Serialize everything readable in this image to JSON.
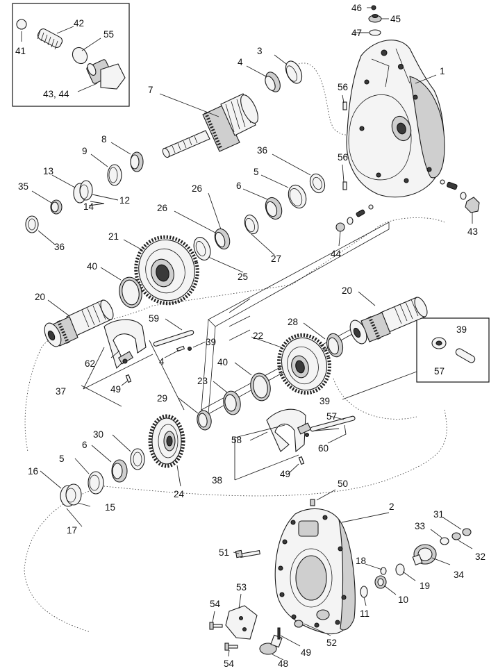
{
  "callouts": {
    "c1": "1",
    "c2": "2",
    "c3": "3",
    "c4a": "4",
    "c4b": "4",
    "c5a": "5",
    "c5b": "5",
    "c6a": "6",
    "c6b": "6",
    "c7": "7",
    "c8": "8",
    "c9": "9",
    "c10": "10",
    "c11": "11",
    "c12": "12",
    "c13": "13",
    "c14": "14",
    "c15": "15",
    "c16": "16",
    "c17": "17",
    "c18": "18",
    "c19": "19",
    "c20a": "20",
    "c20b": "20",
    "c21": "21",
    "c22": "22",
    "c23": "23",
    "c24": "24",
    "c25": "25",
    "c26a": "26",
    "c26b": "26",
    "c27": "27",
    "c28": "28",
    "c29": "29",
    "c30": "30",
    "c31": "31",
    "c32": "32",
    "c33": "33",
    "c34": "34",
    "c35": "35",
    "c36a": "36",
    "c36b": "36",
    "c37": "37",
    "c38": "38",
    "c39a": "39",
    "c39b": "39",
    "c39c": "39",
    "c40a": "40",
    "c40b": "40",
    "c41": "41",
    "c42": "42",
    "c4344": "43, 44",
    "c43": "43",
    "c44": "44",
    "c45": "45",
    "c46": "46",
    "c47": "47",
    "c48": "48",
    "c49a": "49",
    "c49b": "49",
    "c49c": "49",
    "c50": "50",
    "c51": "51",
    "c52": "52",
    "c53": "53",
    "c54a": "54",
    "c54b": "54",
    "c55": "55",
    "c56a": "56",
    "c56b": "56",
    "c57a": "57",
    "c57b": "57",
    "c58": "58",
    "c59": "59",
    "c60": "60",
    "c62": "62"
  },
  "colors": {
    "line": "#1a1a1a",
    "part_fill": "#f4f4f4",
    "shade": "#cfcfcf",
    "dark": "#3a3a3a",
    "background": "#ffffff"
  },
  "icons": [
    "gear-icon",
    "bearing-icon",
    "shaft-icon",
    "housing-icon",
    "bolt-icon",
    "snap-ring-icon",
    "shift-fork-icon"
  ]
}
